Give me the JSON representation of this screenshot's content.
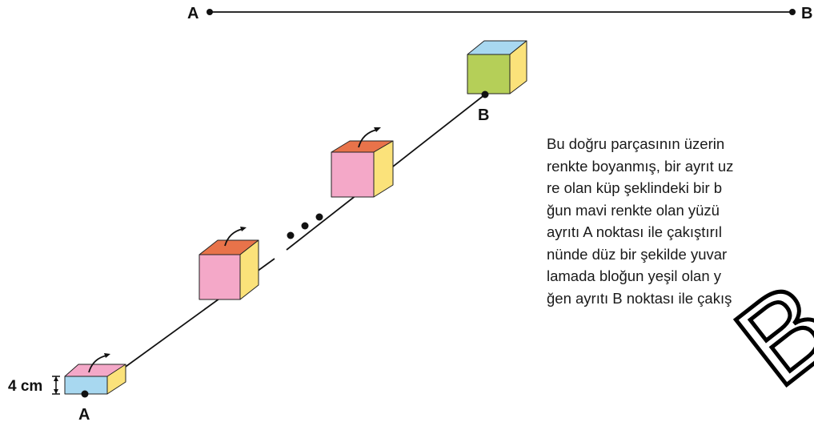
{
  "top_segment": {
    "left_label": "A",
    "right_label": "B"
  },
  "diagram": {
    "start_label": "A",
    "end_label": "B",
    "dimension_label": "4 cm",
    "colors": {
      "blue": "#a8d8f0",
      "yellow": "#fbe27a",
      "pink": "#f4a8c8",
      "orange_red": "#e8734a",
      "green": "#b5cf58",
      "line": "#111111"
    }
  },
  "paragraph": {
    "lines": [
      "Bu doğru parçasının üzerin",
      "renkte boyanmış, bir ayrıt uz",
      "re olan küp şeklindeki bir b",
      "ğun mavi renkte olan yüzü",
      "ayrıtı A noktası ile çakıştırıl",
      "nünde düz bir şekilde yuvar",
      "lamada bloğun yeşil olan y",
      "ğen ayrıtı B noktası ile çakış"
    ]
  },
  "watermark": "BA"
}
